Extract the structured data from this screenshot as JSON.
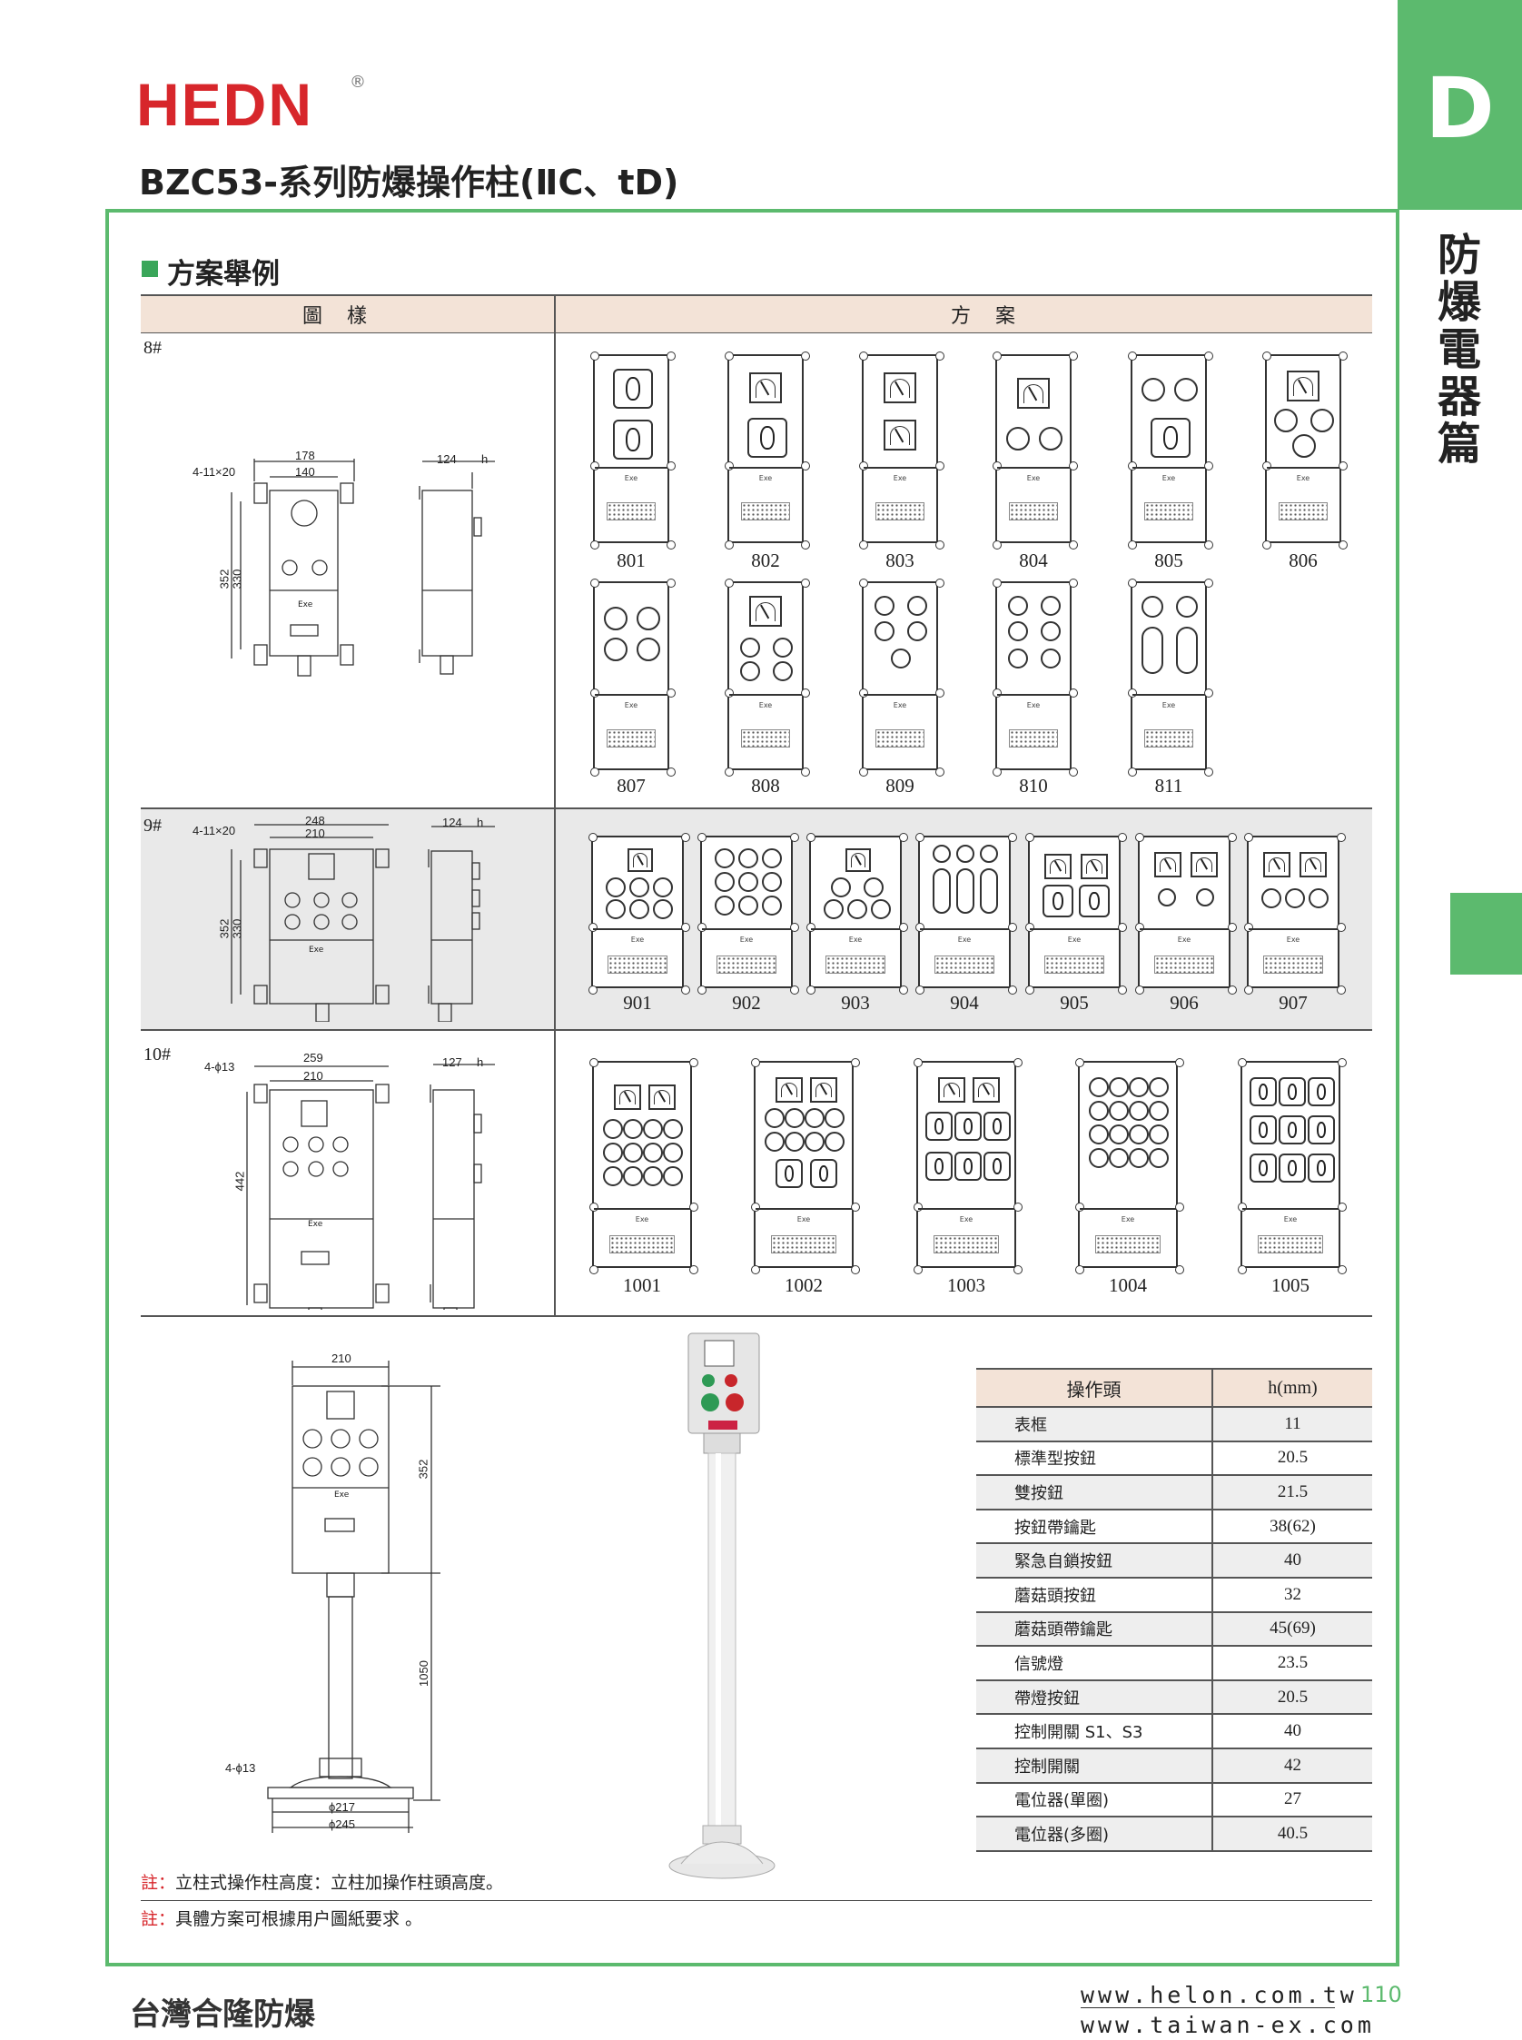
{
  "header": {
    "logo": "HEDN",
    "reg": "®",
    "title": "BZC53-系列防爆操作柱(ⅡC、tD)"
  },
  "side": {
    "letter": "D",
    "vertical_title": "防爆電器篇"
  },
  "section": {
    "title": "方案舉例"
  },
  "table": {
    "col_drawing": "圖 樣",
    "col_scheme": "方 案",
    "rows": [
      {
        "label": "8#",
        "dims": {
          "holes": "4-11×20",
          "w1": "178",
          "w2": "140",
          "d": "124",
          "h": "h",
          "h1": "352",
          "h2": "330",
          "exe": "Exe"
        },
        "schemes": [
          "801",
          "802",
          "803",
          "804",
          "805",
          "806",
          "807",
          "808",
          "809",
          "810",
          "811"
        ]
      },
      {
        "label": "9#",
        "dims": {
          "holes": "4-11×20",
          "w1": "248",
          "w2": "210",
          "d": "124",
          "h": "h",
          "h1": "352",
          "h2": "330",
          "exe": "Exe"
        },
        "schemes": [
          "901",
          "902",
          "903",
          "904",
          "905",
          "906",
          "907"
        ]
      },
      {
        "label": "10#",
        "dims": {
          "holes": "4-ϕ13",
          "w1": "259",
          "w2": "210",
          "d": "127",
          "h": "h",
          "h1": "442",
          "exe": "Exe"
        },
        "schemes": [
          "1001",
          "1002",
          "1003",
          "1004",
          "1005"
        ]
      }
    ]
  },
  "stand": {
    "w": "210",
    "h1": "352",
    "h2": "1050",
    "holes": "4-ϕ13",
    "d1": "ϕ217",
    "d2": "ϕ245",
    "exe": "Exe"
  },
  "panel_label": "Exe",
  "spec": {
    "headers": [
      "操作頭",
      "h(mm)"
    ],
    "rows": [
      [
        "表框",
        "11"
      ],
      [
        "標準型按鈕",
        "20.5"
      ],
      [
        "雙按鈕",
        "21.5"
      ],
      [
        "按鈕帶鑰匙",
        "38(62)"
      ],
      [
        "緊急自鎖按鈕",
        "40"
      ],
      [
        "蘑菇頭按鈕",
        "32"
      ],
      [
        "蘑菇頭帶鑰匙",
        "45(69)"
      ],
      [
        "信號燈",
        "23.5"
      ],
      [
        "帶燈按鈕",
        "20.5"
      ],
      [
        "控制開關 S1、S3",
        "40"
      ],
      [
        "控制開關",
        "42"
      ],
      [
        "電位器(單圈)",
        "27"
      ],
      [
        "電位器(多圈)",
        "40.5"
      ]
    ]
  },
  "notes": [
    {
      "label": "註：",
      "text": "立柱式操作柱高度：立柱加操作柱頭高度。"
    },
    {
      "label": "註：",
      "text": "具體方案可根據用户圖紙要求 。"
    }
  ],
  "footer": {
    "company": "台灣合隆防爆",
    "url1": "www.helon.com.tw",
    "url2": "www.taiwan-ex.com",
    "page": "110"
  },
  "colors": {
    "brand_red": "#d7262b",
    "accent_green": "#5cba6e",
    "header_band": "#f3e3d7"
  }
}
